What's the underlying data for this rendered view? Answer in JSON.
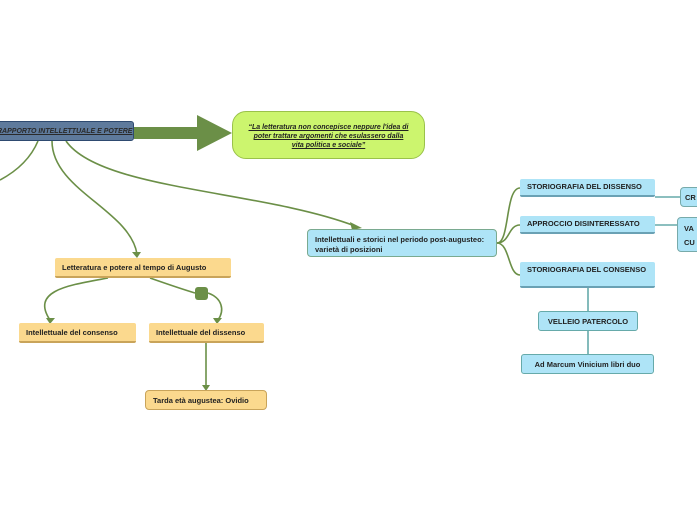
{
  "nodes": {
    "main": "RAPPORTO INTELLETTUALE E POTERE",
    "quote": "“La letteratura non concepisce neppure l'idea di poter trattare argomenti che esulassero dalla vita politica e sociale”",
    "intellettuali": "Intellettuali e storici nel periodo post-augusteo: varietà di posizioni",
    "storiografia_dissenso": "STORIOGRAFIA DEL DISSENSO",
    "approccio": "APPROCCIO DISINTERESSATO",
    "storiografia_consenso": "STORIOGRAFIA DEL CONSENSO",
    "cr": "CR",
    "va_line1": "VA",
    "va_line2": "CU",
    "velleio": "VELLEIO PATERCOLO",
    "ad_marcum": "Ad Marcum Vinicium libri duo",
    "letteratura": "Letteratura e potere al tempo di Augusto",
    "consenso": "Intellettuale del consenso",
    "dissenso": "Intellettuale del dissenso",
    "tarda": "Tarda età augustea: Ovidio"
  },
  "colors": {
    "main": "#5e7a9c",
    "quote": "#ccf56e",
    "blue": "#aee4f7",
    "orange": "#fbd98e",
    "connector": "#6b8f47"
  }
}
